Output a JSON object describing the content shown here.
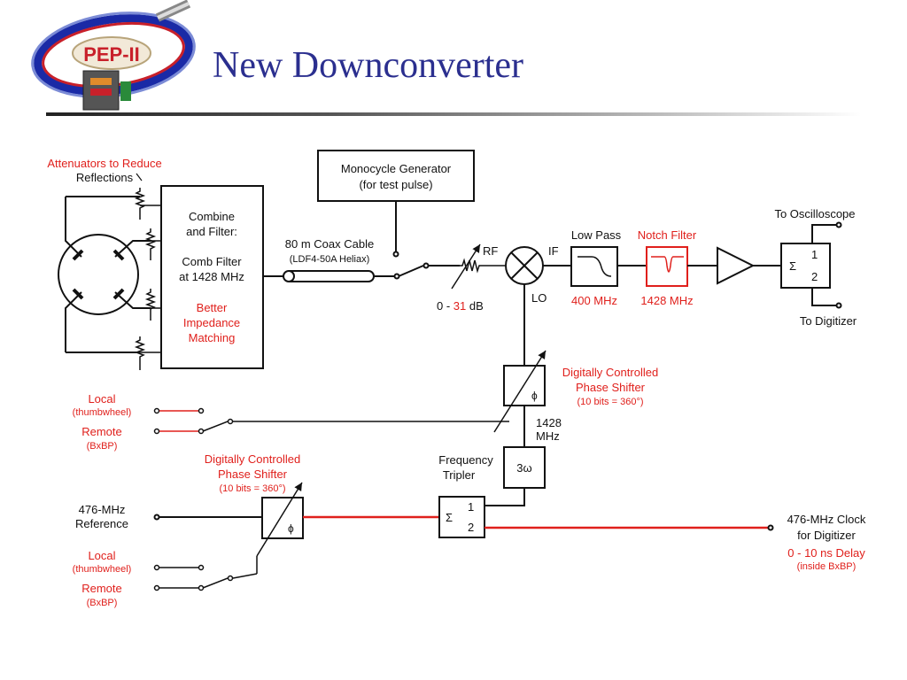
{
  "slide": {
    "title": "New Downconverter",
    "logo_text": "PEP-II"
  },
  "colors": {
    "title": "#2b2f8f",
    "accent_red": "#e0201c",
    "line": "#111111"
  },
  "diagram": {
    "attenuators_note": [
      "Attenuators to Reduce",
      "Reflections"
    ],
    "combine_box": {
      "lines": [
        "Combine",
        "and Filter:",
        "",
        "Comb Filter",
        "at 1428 MHz"
      ],
      "red_lines": [
        "Better",
        "Impedance",
        "Matching"
      ]
    },
    "monocycle": [
      "Monocycle Generator",
      "(for test pulse)"
    ],
    "coax": {
      "label": "80 m Coax Cable",
      "sublabel": "(LDF4-50A Heliax)"
    },
    "attenuator_range": {
      "prefix": "0 - ",
      "value": "31",
      "suffix": " dB"
    },
    "mixer_ports": {
      "rf": "RF",
      "if": "IF",
      "lo": "LO"
    },
    "low_pass": {
      "label": "Low Pass",
      "freq": "400 MHz"
    },
    "notch": {
      "label": "Notch Filter",
      "freq": "1428 MHz"
    },
    "outputs": {
      "oscilloscope": "To Oscilloscope",
      "digitizer": "To Digitizer"
    },
    "splitter_upper": {
      "sigma": "Σ",
      "port1": "1",
      "port2": "2"
    },
    "phase_shifter_upper": {
      "title": [
        "Digitally Controlled",
        "Phase Shifter"
      ],
      "sub": "(10 bits = 360°)",
      "symbol": "ϕ"
    },
    "local_upper": {
      "label": "Local",
      "sub": "(thumbwheel)"
    },
    "remote_upper": {
      "label": "Remote",
      "sub": "(BxBP)"
    },
    "lo_freq": [
      "1428",
      "MHz"
    ],
    "tripler": {
      "label": [
        "Frequency",
        "Tripler"
      ],
      "symbol": "3ω"
    },
    "phase_shifter_lower": {
      "title": [
        "Digitally Controlled",
        "Phase Shifter"
      ],
      "sub": "(10 bits = 360°)",
      "symbol": "ϕ"
    },
    "reference": [
      "476-MHz",
      "Reference"
    ],
    "splitter_lower": {
      "sigma": "Σ",
      "port1": "1",
      "port2": "2"
    },
    "clock": {
      "lines": [
        "476-MHz Clock",
        "for Digitizer"
      ],
      "red_lines": [
        "0 - 10 ns Delay",
        "(inside BxBP)"
      ]
    },
    "local_lower": {
      "label": "Local",
      "sub": "(thumbwheel)"
    },
    "remote_lower": {
      "label": "Remote",
      "sub": "(BxBP)"
    }
  }
}
